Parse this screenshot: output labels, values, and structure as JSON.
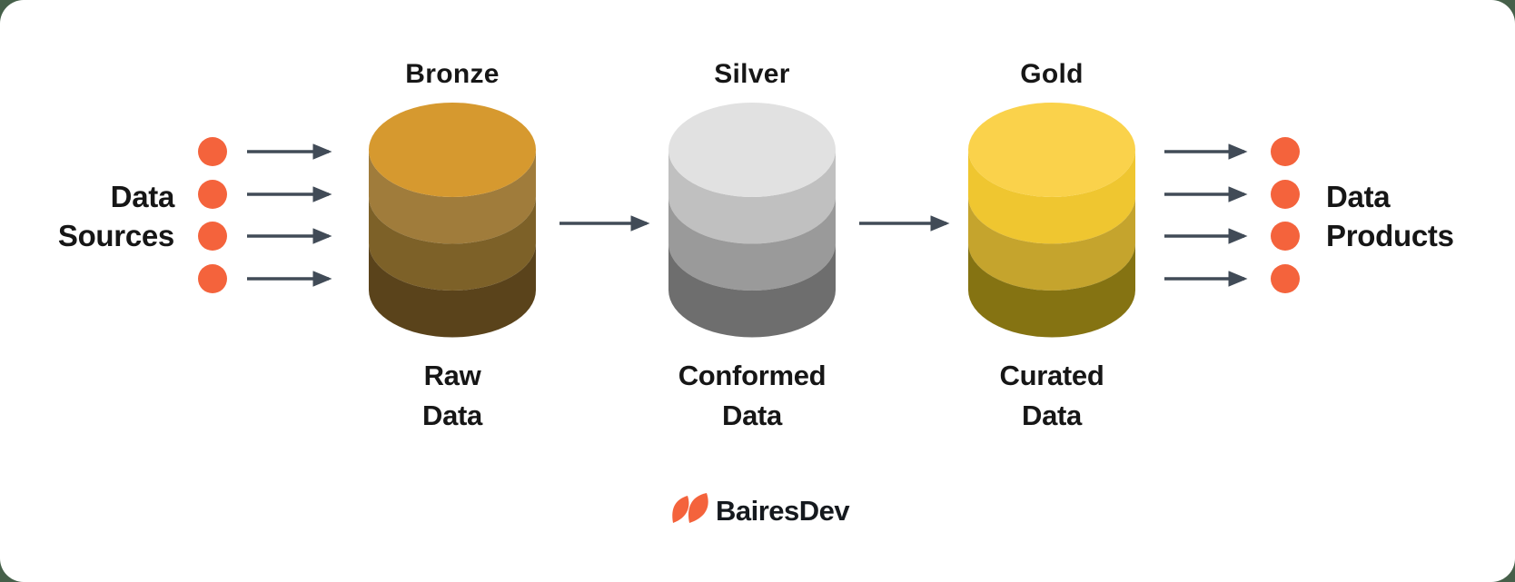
{
  "colors": {
    "background": "#46604A",
    "card": "#FFFFFF",
    "arrow": "#414B57",
    "dot": "#F4633C",
    "text": "#161616",
    "logo_mark": "#F4633C",
    "logo_text": "#15191E"
  },
  "left_group": {
    "label_line1": "Data",
    "label_line2": "Sources"
  },
  "right_group": {
    "label_line1": "Data",
    "label_line2": "Products"
  },
  "cylinders": [
    {
      "title": "Bronze",
      "caption_line1": "Raw",
      "caption_line2": "Data",
      "top": "#D6992F",
      "band1": "#A07C3B",
      "band2": "#7D6128",
      "band3": "#5A431B"
    },
    {
      "title": "Silver",
      "caption_line1": "Conformed",
      "caption_line2": "Data",
      "top": "#E1E1E1",
      "band1": "#C0C0C0",
      "band2": "#9A9A9A",
      "band3": "#6E6E6E"
    },
    {
      "title": "Gold",
      "caption_line1": "Curated",
      "caption_line2": "Data",
      "top": "#FAD24B",
      "band1": "#EFC630",
      "band2": "#C5A42D",
      "band3": "#857312"
    }
  ],
  "logo": {
    "text": "BairesDev"
  }
}
